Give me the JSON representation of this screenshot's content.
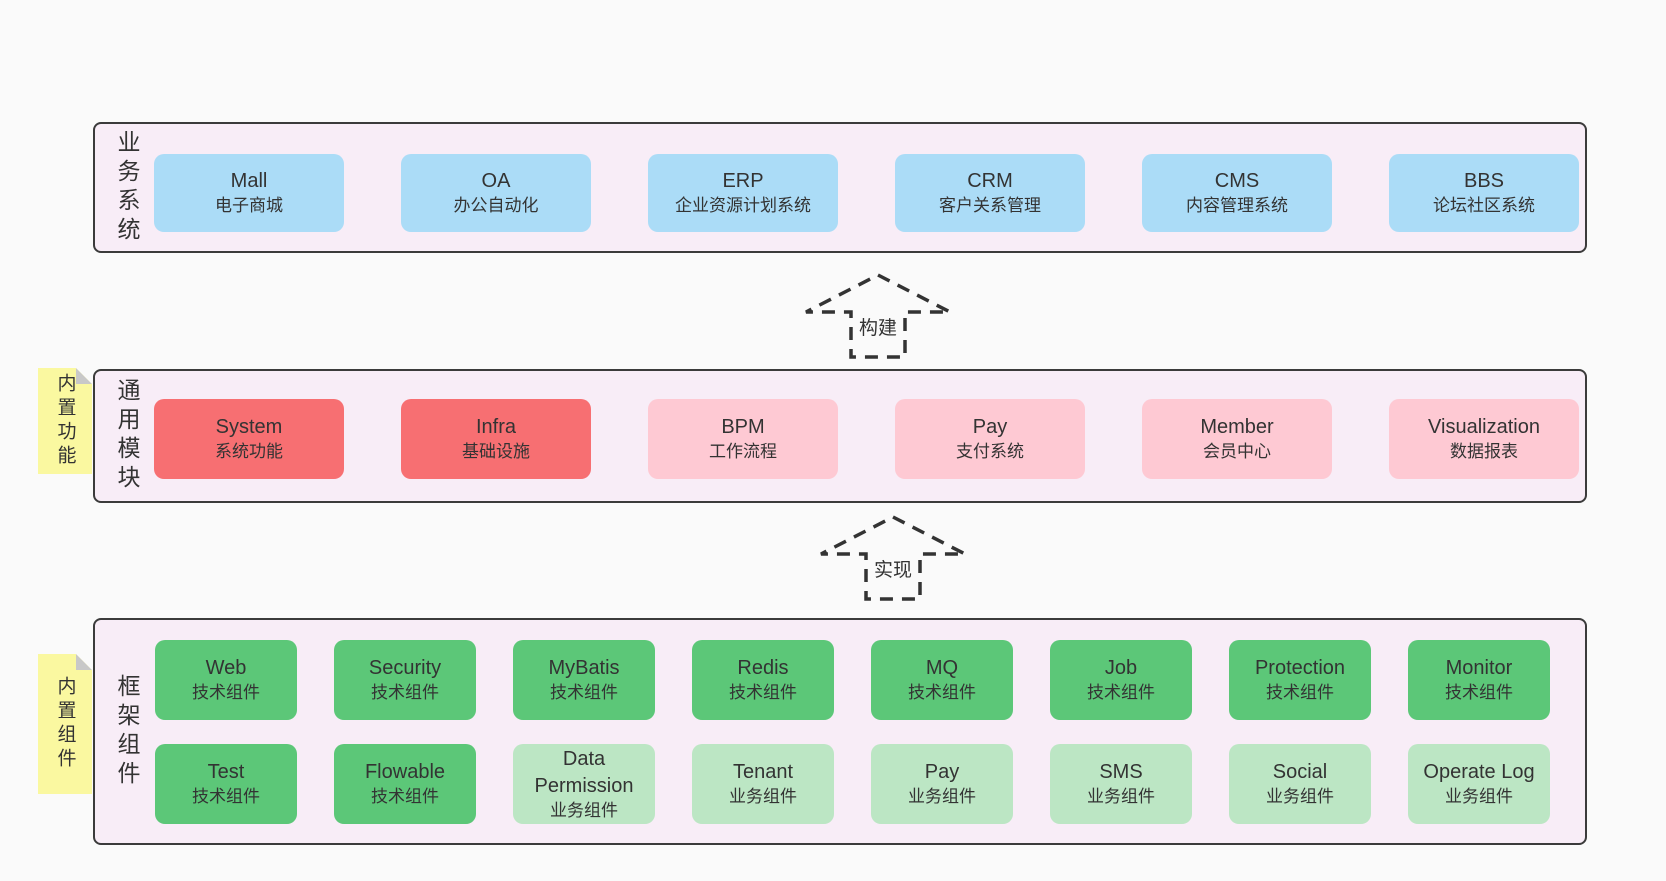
{
  "colors": {
    "page-bg": "#fafafa",
    "panel-bg": "#f8edf7",
    "panel-border": "#3b3b3b",
    "text": "#333333",
    "arrow": "#333333",
    "note-bg": "#faf8a0",
    "note-fold": "#c8c8c8",
    "blue": "#abdcf7",
    "red": "#f76f72",
    "pink": "#fec9d3",
    "green": "#5cc778",
    "lightgreen": "#bce6c4"
  },
  "sections": [
    {
      "id": "business-systems",
      "label": "业务系统",
      "rows": [
        [
          {
            "name": "Mall",
            "sub": "电子商城",
            "color": "blue"
          },
          {
            "name": "OA",
            "sub": "办公自动化",
            "color": "blue"
          },
          {
            "name": "ERP",
            "sub": "企业资源计划系统",
            "color": "blue"
          },
          {
            "name": "CRM",
            "sub": "客户关系管理",
            "color": "blue"
          },
          {
            "name": "CMS",
            "sub": "内容管理系统",
            "color": "blue"
          },
          {
            "name": "BBS",
            "sub": "论坛社区系统",
            "color": "blue"
          }
        ]
      ]
    },
    {
      "id": "common-modules",
      "label": "通用模块",
      "note": "内置功能",
      "rows": [
        [
          {
            "name": "System",
            "sub": "系统功能",
            "color": "red"
          },
          {
            "name": "Infra",
            "sub": "基础设施",
            "color": "red"
          },
          {
            "name": "BPM",
            "sub": "工作流程",
            "color": "pink"
          },
          {
            "name": "Pay",
            "sub": "支付系统",
            "color": "pink"
          },
          {
            "name": "Member",
            "sub": "会员中心",
            "color": "pink"
          },
          {
            "name": "Visualization",
            "sub": "数据报表",
            "color": "pink"
          }
        ]
      ]
    },
    {
      "id": "framework-components",
      "label": "框架组件",
      "note": "内置组件",
      "rows": [
        [
          {
            "name": "Web",
            "sub": "技术组件",
            "color": "green"
          },
          {
            "name": "Security",
            "sub": "技术组件",
            "color": "green"
          },
          {
            "name": "MyBatis",
            "sub": "技术组件",
            "color": "green"
          },
          {
            "name": "Redis",
            "sub": "技术组件",
            "color": "green"
          },
          {
            "name": "MQ",
            "sub": "技术组件",
            "color": "green"
          },
          {
            "name": "Job",
            "sub": "技术组件",
            "color": "green"
          },
          {
            "name": "Protection",
            "sub": "技术组件",
            "color": "green"
          },
          {
            "name": "Monitor",
            "sub": "技术组件",
            "color": "green"
          }
        ],
        [
          {
            "name": "Test",
            "sub": "技术组件",
            "color": "green"
          },
          {
            "name": "Flowable",
            "sub": "技术组件",
            "color": "green"
          },
          {
            "name": "Data Permission",
            "sub": "业务组件",
            "color": "lightgreen"
          },
          {
            "name": "Tenant",
            "sub": "业务组件",
            "color": "lightgreen"
          },
          {
            "name": "Pay",
            "sub": "业务组件",
            "color": "lightgreen"
          },
          {
            "name": "SMS",
            "sub": "业务组件",
            "color": "lightgreen"
          },
          {
            "name": "Social",
            "sub": "业务组件",
            "color": "lightgreen"
          },
          {
            "name": "Operate Log",
            "sub": "业务组件",
            "color": "lightgreen"
          }
        ]
      ]
    }
  ],
  "arrows": [
    {
      "label": "构建"
    },
    {
      "label": "实现"
    }
  ]
}
